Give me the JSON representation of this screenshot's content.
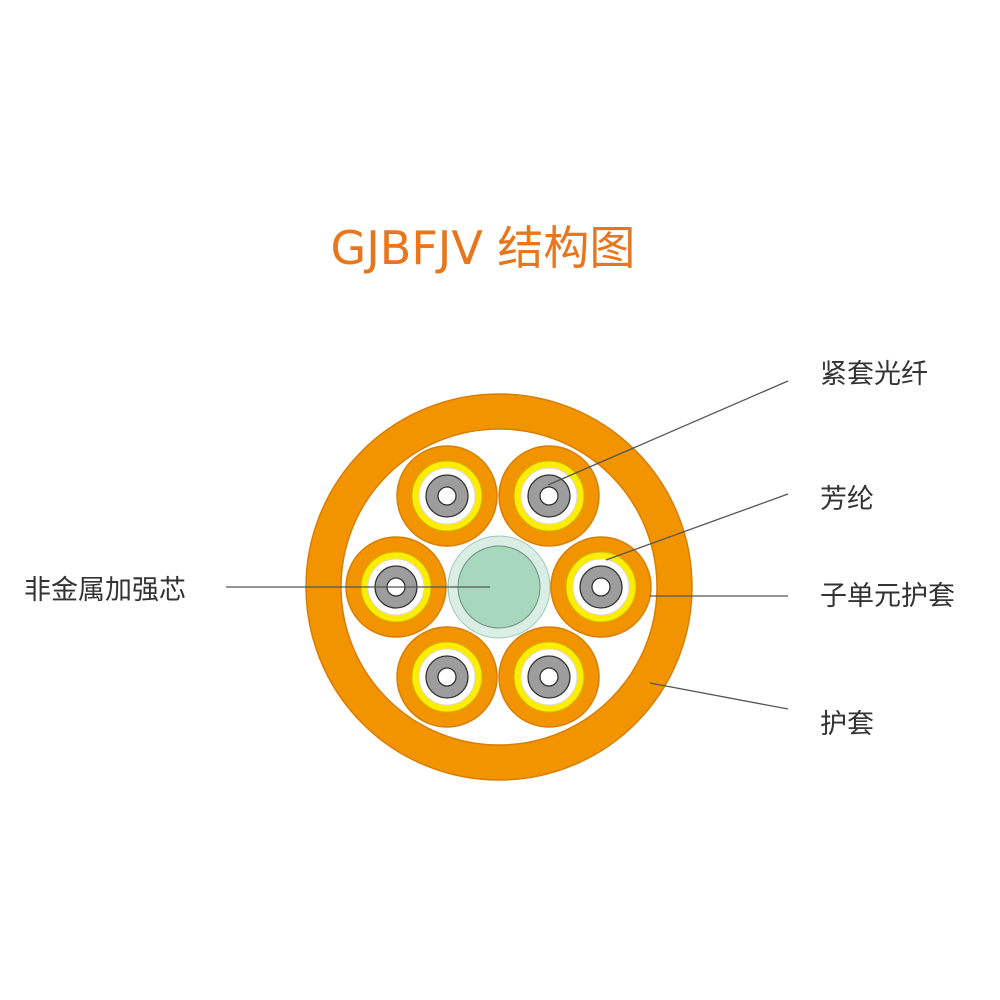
{
  "title": "GJBFJV 结构图",
  "colors": {
    "title": "#e8761d",
    "outer_jacket": "#f29400",
    "outer_jacket_stroke": "#d87e00",
    "subunit_jacket": "#f29400",
    "aramid_yarn": "#ffed00",
    "tight_buffer": "#9d9d9d",
    "fiber": "#ffffff",
    "strength_member_outer": "#dbeee6",
    "strength_member_inner": "#a7d7bd",
    "leader_line": "#555555",
    "label_text": "#333333"
  },
  "labels": {
    "tight_buffered_fiber": "紧套光纤",
    "aramid_yarn": "芳纶",
    "subunit_jacket": "子单元护套",
    "outer_jacket": "护套",
    "strength_member": "非金属加强芯"
  }
}
